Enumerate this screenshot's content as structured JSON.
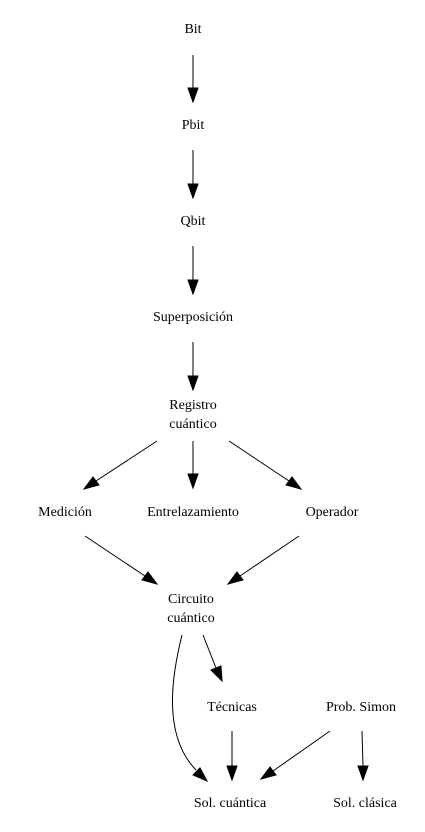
{
  "nodes": [
    {
      "id": "bit",
      "lines": [
        "Bit"
      ]
    },
    {
      "id": "pbit",
      "lines": [
        "Pbit"
      ]
    },
    {
      "id": "qbit",
      "lines": [
        "Qbit"
      ]
    },
    {
      "id": "superposicion",
      "lines": [
        "Superposición"
      ]
    },
    {
      "id": "registro",
      "lines": [
        "Registro",
        "cuántico"
      ]
    },
    {
      "id": "medicion",
      "lines": [
        "Medición"
      ]
    },
    {
      "id": "entrelazamiento",
      "lines": [
        "Entrelazamiento"
      ]
    },
    {
      "id": "operador",
      "lines": [
        "Operador"
      ]
    },
    {
      "id": "circuito",
      "lines": [
        "Circuito",
        "cuántico"
      ]
    },
    {
      "id": "tecnicas",
      "lines": [
        "Técnicas"
      ]
    },
    {
      "id": "prob-simon",
      "lines": [
        "Prob. Simon"
      ]
    },
    {
      "id": "sol-cuantica",
      "lines": [
        "Sol. cuántica"
      ]
    },
    {
      "id": "sol-clasica",
      "lines": [
        "Sol. clásica"
      ]
    }
  ],
  "edges": [
    {
      "from": "bit",
      "to": "pbit"
    },
    {
      "from": "pbit",
      "to": "qbit"
    },
    {
      "from": "qbit",
      "to": "superposicion"
    },
    {
      "from": "superposicion",
      "to": "registro"
    },
    {
      "from": "registro",
      "to": "medicion"
    },
    {
      "from": "registro",
      "to": "entrelazamiento"
    },
    {
      "from": "registro",
      "to": "operador"
    },
    {
      "from": "medicion",
      "to": "circuito"
    },
    {
      "from": "operador",
      "to": "circuito"
    },
    {
      "from": "circuito",
      "to": "tecnicas"
    },
    {
      "from": "circuito",
      "to": "sol-cuantica"
    },
    {
      "from": "tecnicas",
      "to": "sol-cuantica"
    },
    {
      "from": "prob-simon",
      "to": "sol-cuantica"
    },
    {
      "from": "prob-simon",
      "to": "sol-clasica"
    }
  ]
}
